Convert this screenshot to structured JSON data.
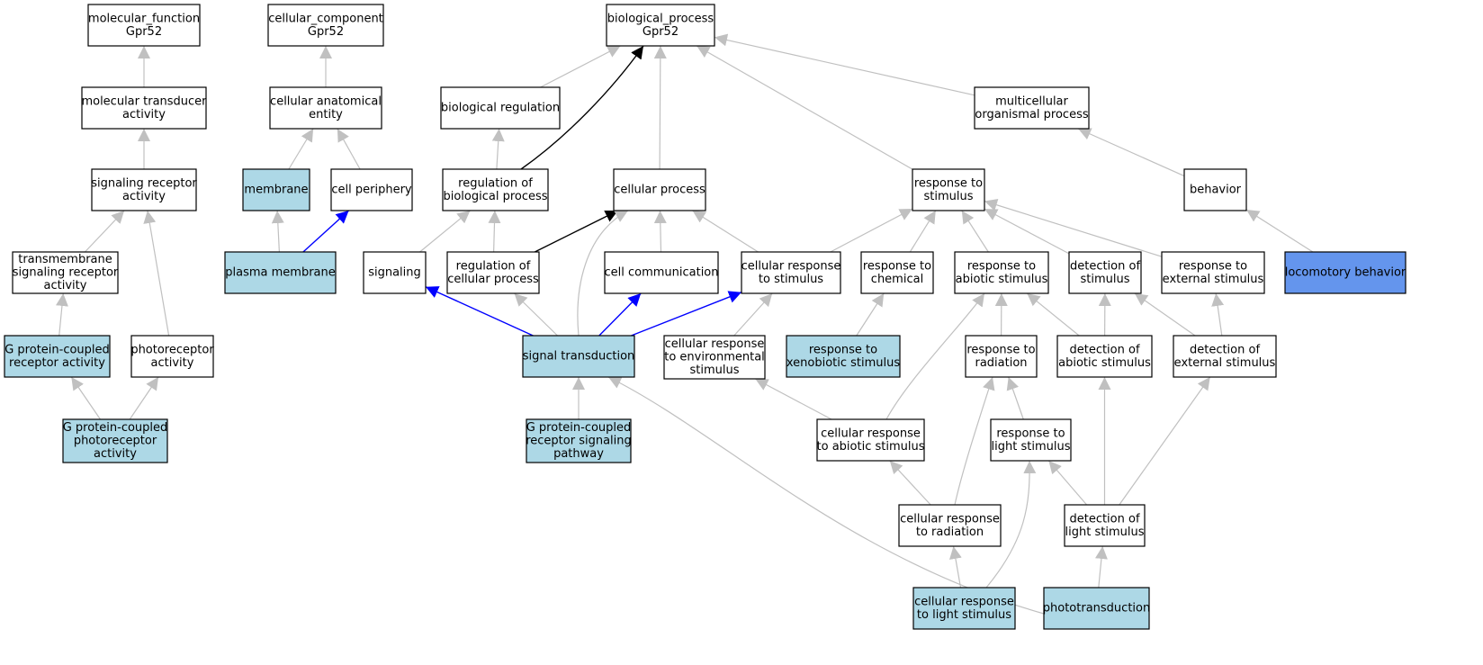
{
  "colors": {
    "default_fill": "#ffffff",
    "highlight_fill": "#add8e6",
    "selected_fill": "#6495ed",
    "edge_gray": "#c0c0c0",
    "edge_black": "#000000",
    "edge_blue": "#0000ff"
  },
  "nodes": [
    {
      "id": "mf",
      "lines": [
        "molecular_function",
        "Gpr52"
      ],
      "fill": "default"
    },
    {
      "id": "cc",
      "lines": [
        "cellular_component",
        "Gpr52"
      ],
      "fill": "default"
    },
    {
      "id": "bp",
      "lines": [
        "biological_process",
        "Gpr52"
      ],
      "fill": "default"
    },
    {
      "id": "mta",
      "lines": [
        "molecular transducer",
        "activity"
      ],
      "fill": "default"
    },
    {
      "id": "cae",
      "lines": [
        "cellular anatomical",
        "entity"
      ],
      "fill": "default"
    },
    {
      "id": "breg",
      "lines": [
        "biological regulation"
      ],
      "fill": "default"
    },
    {
      "id": "mop",
      "lines": [
        "multicellular",
        "organismal process"
      ],
      "fill": "default"
    },
    {
      "id": "sra",
      "lines": [
        "signaling receptor",
        "activity"
      ],
      "fill": "default"
    },
    {
      "id": "mem",
      "lines": [
        "membrane"
      ],
      "fill": "highlight"
    },
    {
      "id": "cper",
      "lines": [
        "cell periphery"
      ],
      "fill": "default"
    },
    {
      "id": "rbp",
      "lines": [
        "regulation of",
        "biological process"
      ],
      "fill": "default"
    },
    {
      "id": "cp",
      "lines": [
        "cellular process"
      ],
      "fill": "default"
    },
    {
      "id": "rts",
      "lines": [
        "response to",
        "stimulus"
      ],
      "fill": "default"
    },
    {
      "id": "beh",
      "lines": [
        "behavior"
      ],
      "fill": "default"
    },
    {
      "id": "tsra",
      "lines": [
        "transmembrane",
        "signaling receptor",
        "activity"
      ],
      "fill": "default"
    },
    {
      "id": "pm",
      "lines": [
        "plasma membrane"
      ],
      "fill": "highlight"
    },
    {
      "id": "sig",
      "lines": [
        "signaling"
      ],
      "fill": "default"
    },
    {
      "id": "rcp",
      "lines": [
        "regulation of",
        "cellular process"
      ],
      "fill": "default"
    },
    {
      "id": "ccom",
      "lines": [
        "cell communication"
      ],
      "fill": "default"
    },
    {
      "id": "crs",
      "lines": [
        "cellular response",
        "to stimulus"
      ],
      "fill": "default"
    },
    {
      "id": "rtc",
      "lines": [
        "response to",
        "chemical"
      ],
      "fill": "default"
    },
    {
      "id": "rtas",
      "lines": [
        "response to",
        "abiotic stimulus"
      ],
      "fill": "default"
    },
    {
      "id": "dos",
      "lines": [
        "detection of",
        "stimulus"
      ],
      "fill": "default"
    },
    {
      "id": "rtes",
      "lines": [
        "response to",
        "external stimulus"
      ],
      "fill": "default"
    },
    {
      "id": "loco",
      "lines": [
        "locomotory behavior"
      ],
      "fill": "selected"
    },
    {
      "id": "gpcra",
      "lines": [
        "G protein-coupled",
        "receptor activity"
      ],
      "fill": "highlight"
    },
    {
      "id": "pra",
      "lines": [
        "photoreceptor",
        "activity"
      ],
      "fill": "default"
    },
    {
      "id": "st",
      "lines": [
        "signal transduction"
      ],
      "fill": "highlight"
    },
    {
      "id": "cres",
      "lines": [
        "cellular response",
        "to environmental",
        "stimulus"
      ],
      "fill": "default"
    },
    {
      "id": "rtxs",
      "lines": [
        "response to",
        "xenobiotic stimulus"
      ],
      "fill": "highlight"
    },
    {
      "id": "rtr",
      "lines": [
        "response to",
        "radiation"
      ],
      "fill": "default"
    },
    {
      "id": "doas",
      "lines": [
        "detection of",
        "abiotic stimulus"
      ],
      "fill": "default"
    },
    {
      "id": "does",
      "lines": [
        "detection of",
        "external stimulus"
      ],
      "fill": "default"
    },
    {
      "id": "gppa",
      "lines": [
        "G protein-coupled",
        "photoreceptor",
        "activity"
      ],
      "fill": "highlight"
    },
    {
      "id": "gprsp",
      "lines": [
        "G protein-coupled",
        "receptor signaling",
        "pathway"
      ],
      "fill": "highlight"
    },
    {
      "id": "cras",
      "lines": [
        "cellular response",
        "to abiotic stimulus"
      ],
      "fill": "default"
    },
    {
      "id": "rtls",
      "lines": [
        "response to",
        "light stimulus"
      ],
      "fill": "default"
    },
    {
      "id": "crr",
      "lines": [
        "cellular response",
        "to radiation"
      ],
      "fill": "default"
    },
    {
      "id": "dols",
      "lines": [
        "detection of",
        "light stimulus"
      ],
      "fill": "default"
    },
    {
      "id": "crls",
      "lines": [
        "cellular response",
        "to light stimulus"
      ],
      "fill": "highlight"
    },
    {
      "id": "pht",
      "lines": [
        "phototransduction"
      ],
      "fill": "highlight"
    }
  ],
  "edges": [
    {
      "from": "mta",
      "to": "mf",
      "style": "gray"
    },
    {
      "from": "sra",
      "to": "mta",
      "style": "gray"
    },
    {
      "from": "tsra",
      "to": "sra",
      "style": "gray"
    },
    {
      "from": "pra",
      "to": "sra",
      "style": "gray"
    },
    {
      "from": "gpcra",
      "to": "tsra",
      "style": "gray"
    },
    {
      "from": "gppa",
      "to": "gpcra",
      "style": "gray"
    },
    {
      "from": "gppa",
      "to": "pra",
      "style": "gray"
    },
    {
      "from": "cae",
      "to": "cc",
      "style": "gray"
    },
    {
      "from": "mem",
      "to": "cae",
      "style": "gray"
    },
    {
      "from": "cper",
      "to": "cae",
      "style": "gray"
    },
    {
      "from": "pm",
      "to": "mem",
      "style": "gray"
    },
    {
      "from": "pm",
      "to": "cper",
      "style": "blue"
    },
    {
      "from": "breg",
      "to": "bp",
      "style": "gray"
    },
    {
      "from": "rbp",
      "to": "bp",
      "style": "black"
    },
    {
      "from": "cp",
      "to": "bp",
      "style": "gray"
    },
    {
      "from": "rts",
      "to": "bp",
      "style": "gray"
    },
    {
      "from": "mop",
      "to": "bp",
      "style": "gray"
    },
    {
      "from": "rbp",
      "to": "breg",
      "style": "gray"
    },
    {
      "from": "beh",
      "to": "mop",
      "style": "gray"
    },
    {
      "from": "loco",
      "to": "beh",
      "style": "gray"
    },
    {
      "from": "sig",
      "to": "rbp",
      "style": "gray"
    },
    {
      "from": "rcp",
      "to": "rbp",
      "style": "gray"
    },
    {
      "from": "rcp",
      "to": "cp",
      "style": "black"
    },
    {
      "from": "ccom",
      "to": "cp",
      "style": "gray"
    },
    {
      "from": "crs",
      "to": "cp",
      "style": "gray"
    },
    {
      "from": "st",
      "to": "cp",
      "style": "gray"
    },
    {
      "from": "crs",
      "to": "rts",
      "style": "gray"
    },
    {
      "from": "rtc",
      "to": "rts",
      "style": "gray"
    },
    {
      "from": "rtas",
      "to": "rts",
      "style": "gray"
    },
    {
      "from": "dos",
      "to": "rts",
      "style": "gray"
    },
    {
      "from": "rtes",
      "to": "rts",
      "style": "gray"
    },
    {
      "from": "st",
      "to": "sig",
      "style": "blue"
    },
    {
      "from": "st",
      "to": "rcp",
      "style": "gray"
    },
    {
      "from": "st",
      "to": "ccom",
      "style": "blue"
    },
    {
      "from": "st",
      "to": "crs",
      "style": "blue"
    },
    {
      "from": "cres",
      "to": "crs",
      "style": "gray"
    },
    {
      "from": "rtxs",
      "to": "rtc",
      "style": "gray"
    },
    {
      "from": "rtr",
      "to": "rtas",
      "style": "gray"
    },
    {
      "from": "doas",
      "to": "rtas",
      "style": "gray"
    },
    {
      "from": "cras",
      "to": "rtas",
      "style": "gray"
    },
    {
      "from": "doas",
      "to": "dos",
      "style": "gray"
    },
    {
      "from": "does",
      "to": "dos",
      "style": "gray"
    },
    {
      "from": "does",
      "to": "rtes",
      "style": "gray"
    },
    {
      "from": "gprsp",
      "to": "st",
      "style": "gray"
    },
    {
      "from": "pht",
      "to": "st",
      "style": "gray"
    },
    {
      "from": "cras",
      "to": "cres",
      "style": "gray"
    },
    {
      "from": "rtls",
      "to": "rtr",
      "style": "gray"
    },
    {
      "from": "crr",
      "to": "rtr",
      "style": "gray"
    },
    {
      "from": "dols",
      "to": "rtls",
      "style": "gray"
    },
    {
      "from": "crls",
      "to": "rtls",
      "style": "gray"
    },
    {
      "from": "crr",
      "to": "cras",
      "style": "gray"
    },
    {
      "from": "dols",
      "to": "doas",
      "style": "gray"
    },
    {
      "from": "dols",
      "to": "does",
      "style": "gray"
    },
    {
      "from": "crls",
      "to": "crr",
      "style": "gray"
    },
    {
      "from": "pht",
      "to": "dols",
      "style": "gray"
    }
  ]
}
